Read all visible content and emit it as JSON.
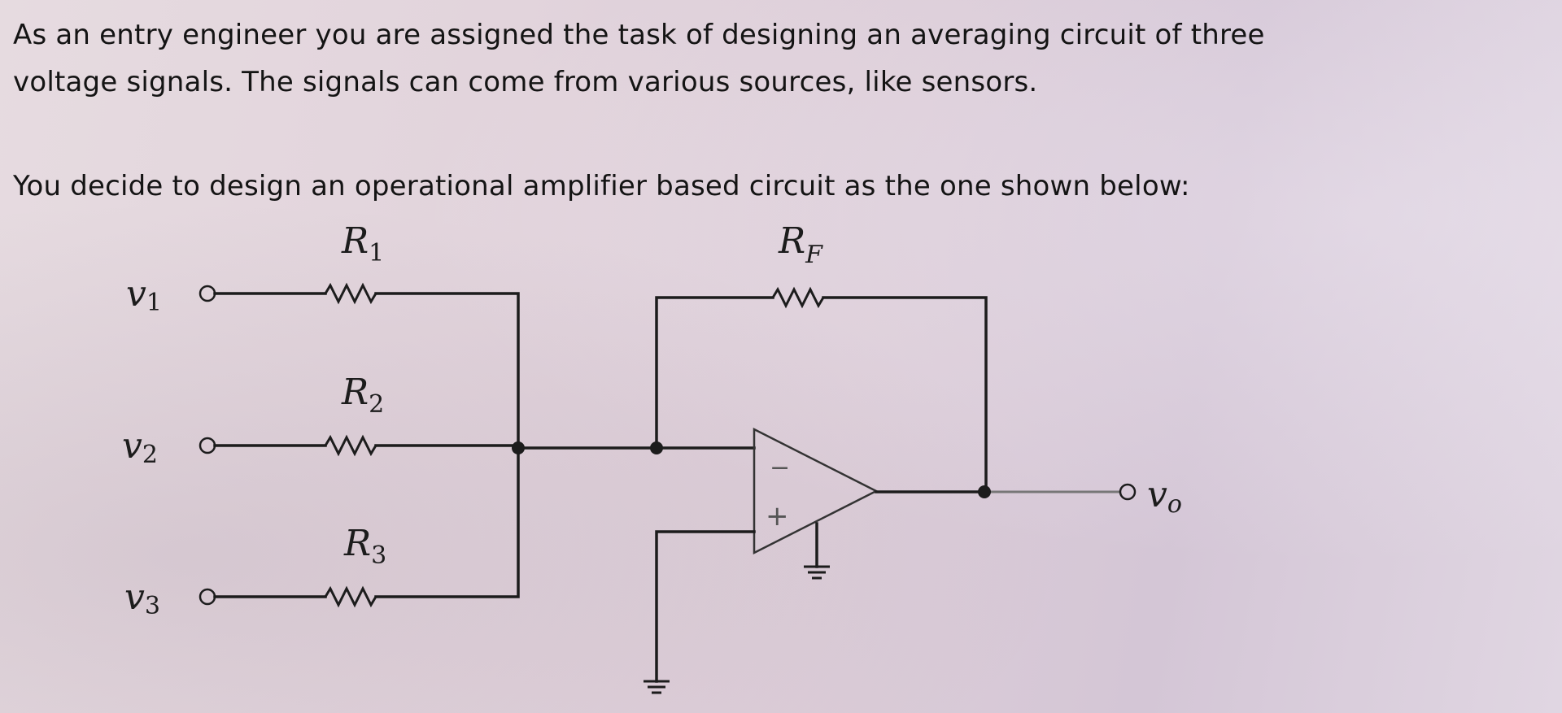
{
  "text": {
    "paragraph_1_line_1": "As an entry engineer you are assigned the task of designing an averaging circuit of three",
    "paragraph_1_line_2": "voltage signals. The signals can come from various sources, like sensors.",
    "paragraph_2": "You decide to design an operational amplifier based circuit as the one shown below:"
  },
  "circuit": {
    "inputs": [
      {
        "symbol": "v",
        "sub": "1"
      },
      {
        "symbol": "v",
        "sub": "2"
      },
      {
        "symbol": "v",
        "sub": "3"
      }
    ],
    "resistors": [
      {
        "symbol": "R",
        "sub": "1"
      },
      {
        "symbol": "R",
        "sub": "2"
      },
      {
        "symbol": "R",
        "sub": "3"
      }
    ],
    "feedback_resistor": {
      "symbol": "R",
      "sub": "F"
    },
    "output": {
      "symbol": "v",
      "sub": "o"
    },
    "opamp_inverting_sign": "−",
    "opamp_noninverting_sign": "+"
  }
}
